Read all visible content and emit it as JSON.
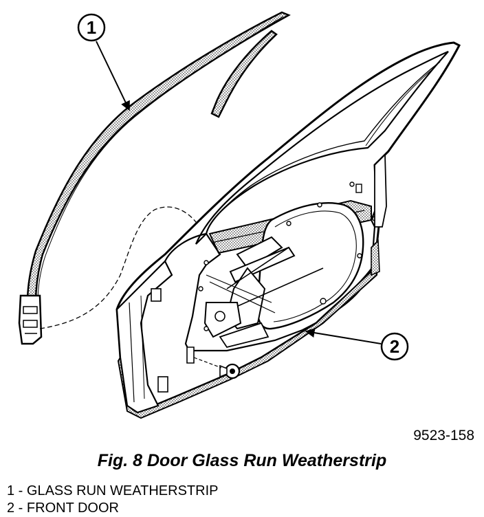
{
  "figure": {
    "id": "9523-158",
    "caption": "Fig. 8 Door Glass Run Weatherstrip"
  },
  "callouts": [
    {
      "number": "1"
    },
    {
      "number": "2"
    }
  ],
  "legend": [
    {
      "number": "1",
      "separator": " - ",
      "text": "GLASS RUN WEATHERSTRIP"
    },
    {
      "number": "2",
      "separator": " - ",
      "text": "FRONT DOOR"
    }
  ]
}
